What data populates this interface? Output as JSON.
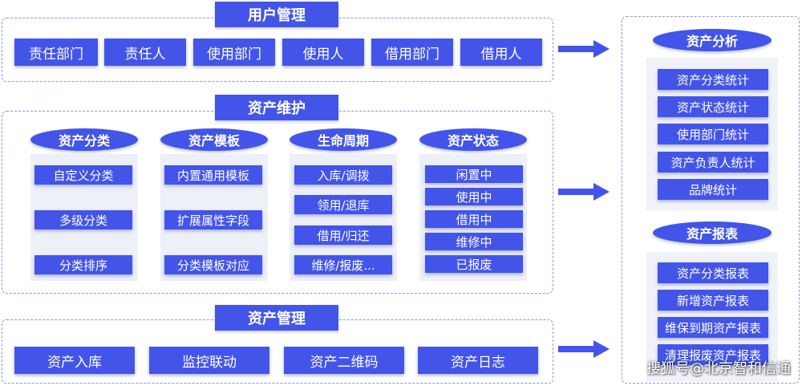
{
  "user_mgmt": {
    "title": "用户管理",
    "items": [
      "责任部门",
      "责任人",
      "使用部门",
      "使用人",
      "借用部门",
      "借用人"
    ]
  },
  "asset_maint": {
    "title": "资产维护",
    "columns": [
      {
        "title": "资产分类",
        "items": [
          "自定义分类",
          "多级分类",
          "分类排序"
        ]
      },
      {
        "title": "资产模板",
        "items": [
          "内置通用模板",
          "扩展属性字段",
          "分类模板对应"
        ]
      },
      {
        "title": "生命周期",
        "items": [
          "入库/调拨",
          "领用/退库",
          "借用/归还",
          "维修/报废..."
        ]
      },
      {
        "title": "资产状态",
        "items": [
          "闲置中",
          "使用中",
          "借用中",
          "维修中",
          "已报废"
        ]
      }
    ]
  },
  "asset_mgmt": {
    "title": "资产管理",
    "items": [
      "资产入库",
      "监控联动",
      "资产二维码",
      "资产日志"
    ]
  },
  "analysis": {
    "title": "资产分析",
    "items": [
      "资产分类统计",
      "资产状态统计",
      "使用部门统计",
      "资产负责人统计",
      "品牌统计"
    ]
  },
  "reports": {
    "title": "资产报表",
    "items": [
      "资产分类报表",
      "新增资产报表",
      "维保到期资产报表",
      "清理报废资产报表"
    ]
  },
  "watermark": "搜狐号@北京智和信通"
}
